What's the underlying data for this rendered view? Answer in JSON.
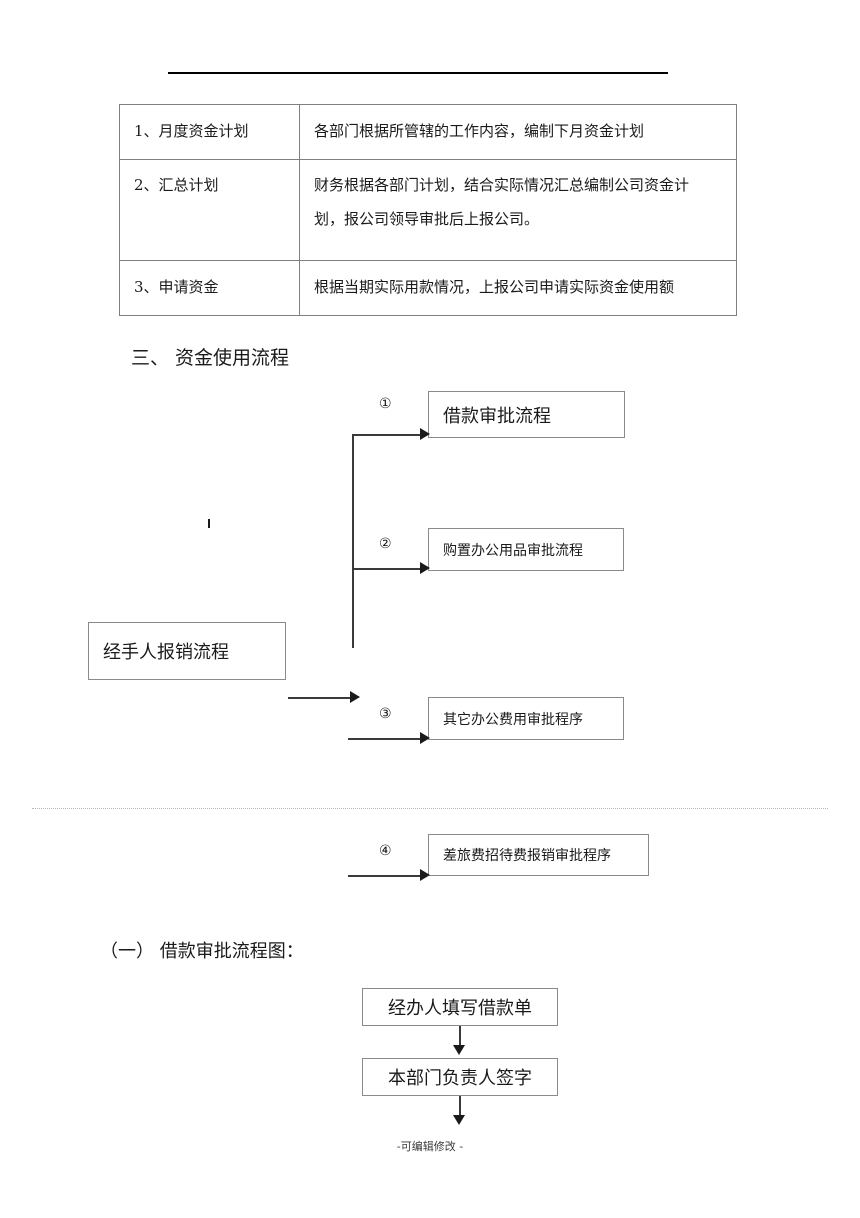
{
  "document": {
    "top_rule": "horizontal-rule",
    "page_break": "dotted-separator",
    "footer_note": "-可编辑修改 -"
  },
  "table": {
    "rows": [
      {
        "label": "1、月度资金计划",
        "lines": [
          "各部门根据所管辖的工作内容，编制下月资金计划"
        ]
      },
      {
        "label": "2、汇总计划",
        "lines": [
          "财务根据各部门计划，结合实际情况汇总编制公司资金计",
          "划，报公司领导审批后上报公司。"
        ]
      },
      {
        "label": "3、申请资金",
        "lines": [
          "根据当期实际用款情况，上报公司申请实际资金使用额"
        ]
      }
    ]
  },
  "sections": {
    "heading_three": "三、  资金使用流程",
    "heading_one": "（一）  借款审批流程图："
  },
  "flowchart_usage": {
    "source_box": "经手人报销流程",
    "markers": [
      "①",
      "②",
      "③",
      "④"
    ],
    "options": [
      "借款审批流程",
      "购置办公用品审批流程",
      "其它办公费用审批程序",
      "差旅费招待费报销审批程序"
    ]
  },
  "flowchart_loan": {
    "steps": [
      "经办人填写借款单",
      "本部门负责人签字"
    ]
  }
}
